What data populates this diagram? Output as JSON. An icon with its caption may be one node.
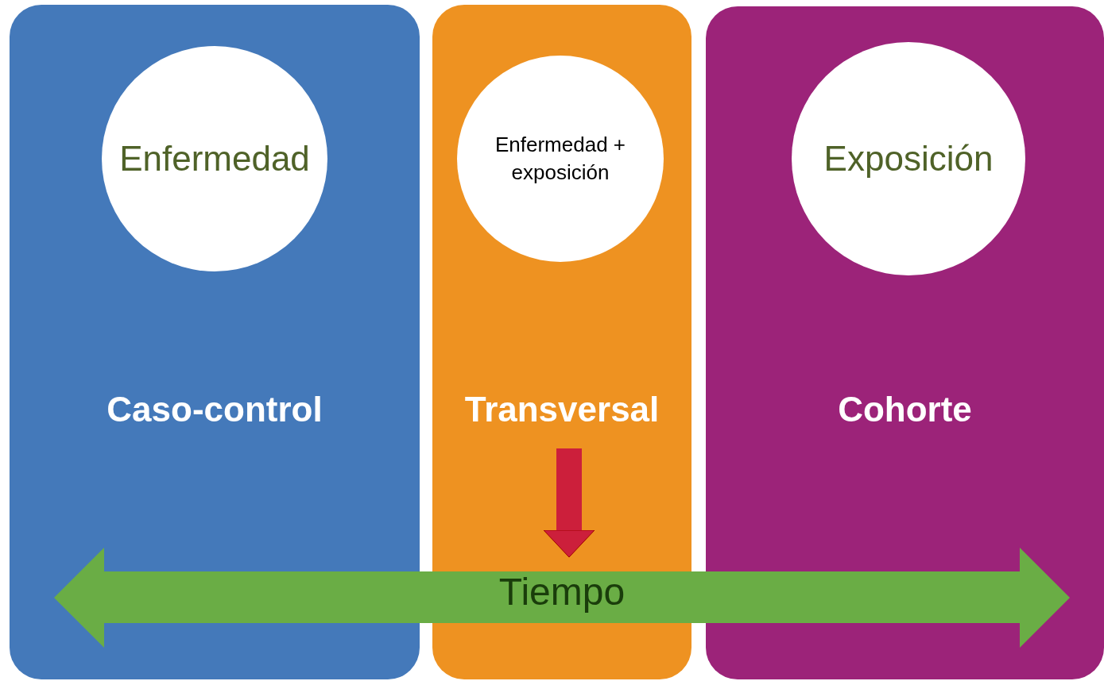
{
  "diagram": {
    "nodes": [
      {
        "text": [
          "Caso-control"
        ]
      },
      {
        "text": [
          "Enfermedad"
        ],
        "in": 0
      },
      {
        "text": [
          "Transversal"
        ]
      },
      {
        "text": [
          "Enfermedad + exposición"
        ],
        "in": 2
      },
      {
        "text": [
          "Cohorte"
        ]
      },
      {
        "text": [
          "Exposición"
        ],
        "in": 4
      },
      {
        "text": [
          "Tiempo"
        ]
      }
    ],
    "edges": [
      {
        "from": null,
        "to": 6,
        "arrow": "to",
        "color": "#cc1f3b"
      }
    ]
  }
}
